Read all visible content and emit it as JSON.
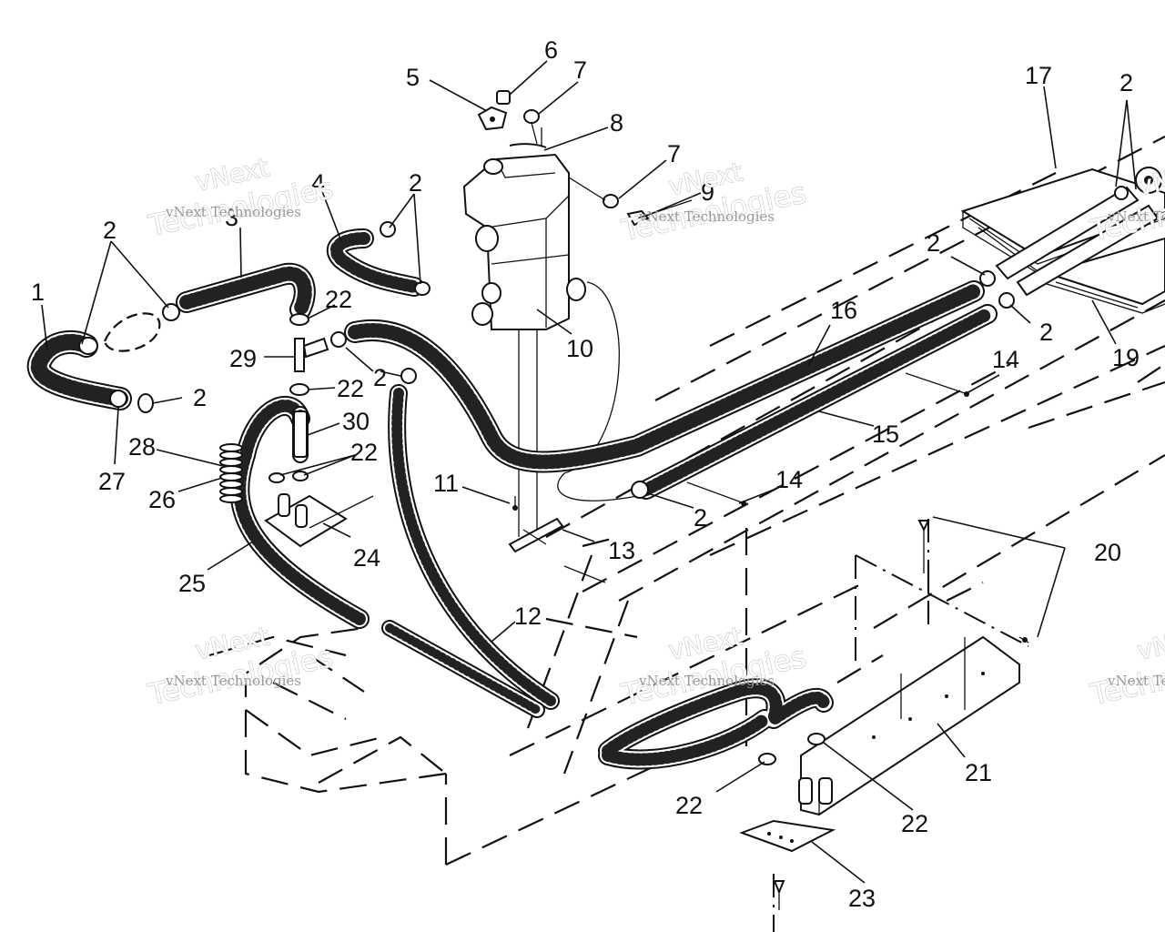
{
  "callouts": [
    "1",
    "2",
    "3",
    "4",
    "5",
    "6",
    "7",
    "8",
    "9",
    "10",
    "11",
    "12",
    "13",
    "14",
    "15",
    "16",
    "17",
    "19",
    "20",
    "21",
    "22",
    "23",
    "24",
    "25",
    "26",
    "27",
    "28",
    "29",
    "30"
  ],
  "watermark": {
    "line1": "vNext",
    "line2": "Technologies",
    "full": "vNext Technologies"
  }
}
